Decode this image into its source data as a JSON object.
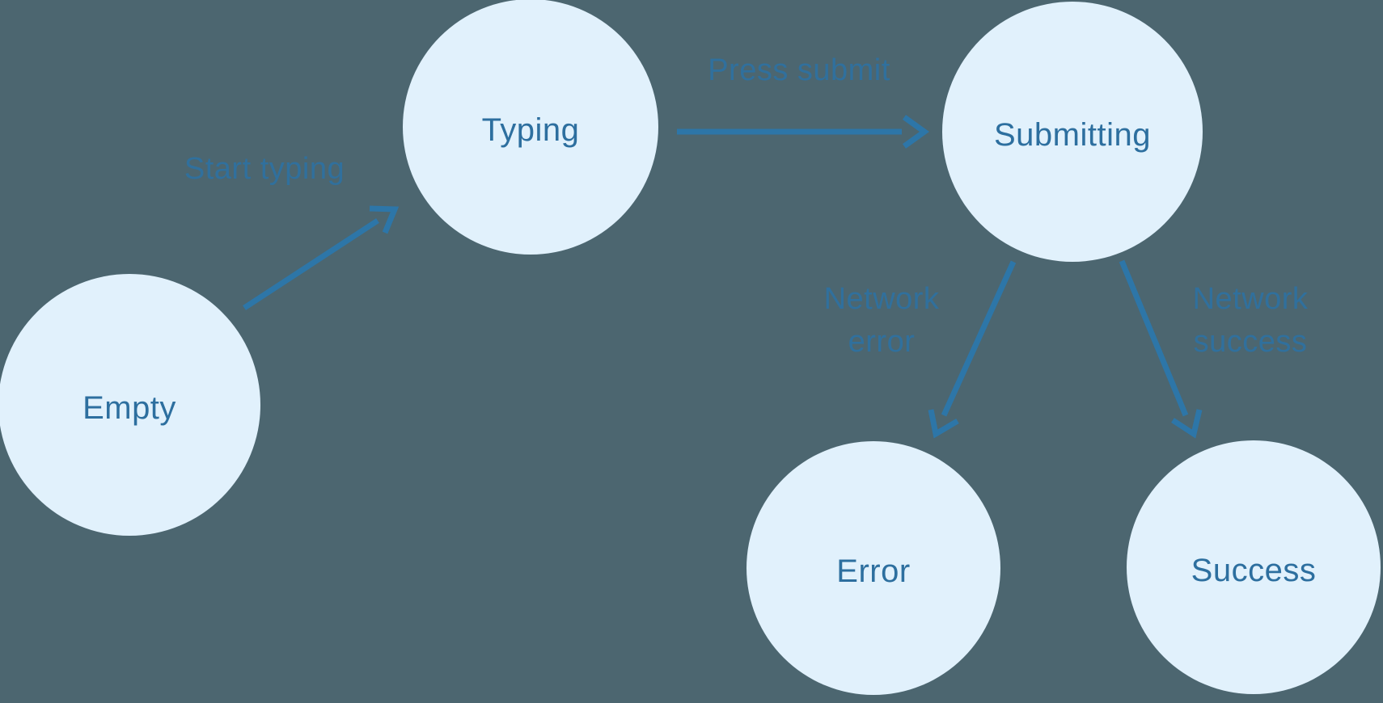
{
  "colors": {
    "background": "#4c6670",
    "node_fill": "#e1f1fc",
    "node_text": "#2d6f9f",
    "arrow": "#2d76a8",
    "edge_label": "#30709d"
  },
  "diagram": {
    "type": "state-machine",
    "nodes": [
      {
        "id": "empty",
        "label": "Empty"
      },
      {
        "id": "typing",
        "label": "Typing"
      },
      {
        "id": "submitting",
        "label": "Submitting"
      },
      {
        "id": "error",
        "label": "Error"
      },
      {
        "id": "success",
        "label": "Success"
      }
    ],
    "edges": [
      {
        "from": "empty",
        "to": "typing",
        "label": "Start typing"
      },
      {
        "from": "typing",
        "to": "submitting",
        "label": "Press submit"
      },
      {
        "from": "submitting",
        "to": "error",
        "label": "Network error"
      },
      {
        "from": "submitting",
        "to": "success",
        "label": "Network success"
      }
    ]
  }
}
